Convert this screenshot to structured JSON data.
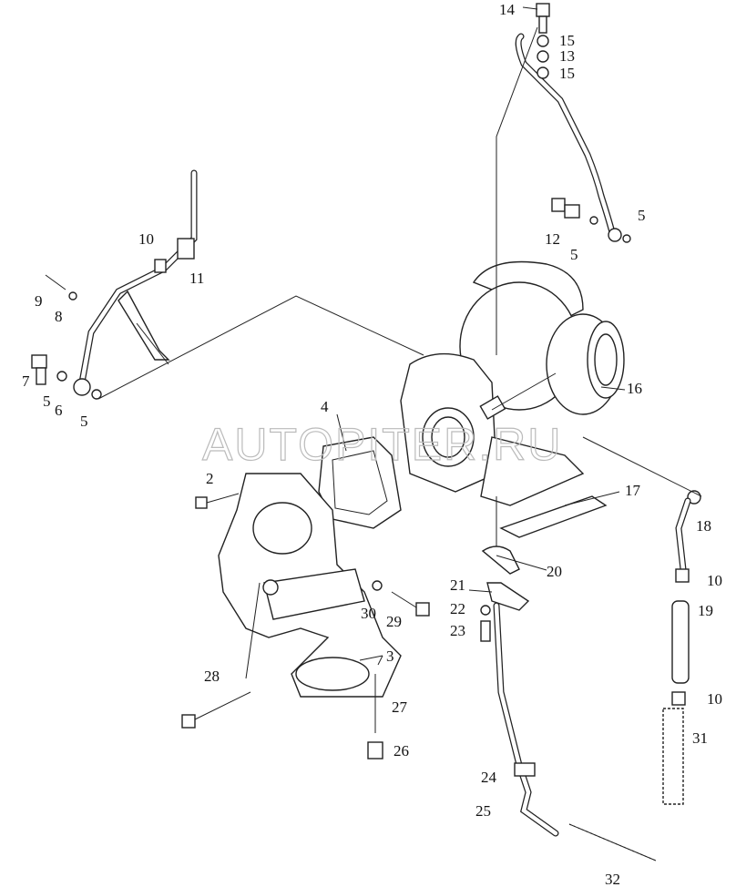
{
  "diagram": {
    "watermark": "AUTOPITER.RU",
    "callouts": [
      {
        "id": "14",
        "text": "14"
      },
      {
        "id": "15a",
        "text": "15"
      },
      {
        "id": "13",
        "text": "13"
      },
      {
        "id": "15b",
        "text": "15"
      },
      {
        "id": "5a",
        "text": "5"
      },
      {
        "id": "12",
        "text": "12"
      },
      {
        "id": "5b",
        "text": "5"
      },
      {
        "id": "10a",
        "text": "10"
      },
      {
        "id": "11",
        "text": "11"
      },
      {
        "id": "9",
        "text": "9"
      },
      {
        "id": "8",
        "text": "8"
      },
      {
        "id": "7",
        "text": "7"
      },
      {
        "id": "5c",
        "text": "5"
      },
      {
        "id": "6",
        "text": "6"
      },
      {
        "id": "5d",
        "text": "5"
      },
      {
        "id": "16",
        "text": "16"
      },
      {
        "id": "4",
        "text": "4"
      },
      {
        "id": "2",
        "text": "2"
      },
      {
        "id": "17",
        "text": "17"
      },
      {
        "id": "18",
        "text": "18"
      },
      {
        "id": "20",
        "text": "20"
      },
      {
        "id": "10b",
        "text": "10"
      },
      {
        "id": "21",
        "text": "21"
      },
      {
        "id": "22",
        "text": "22"
      },
      {
        "id": "19",
        "text": "19"
      },
      {
        "id": "23",
        "text": "23"
      },
      {
        "id": "30",
        "text": "30"
      },
      {
        "id": "29",
        "text": "29"
      },
      {
        "id": "3",
        "text": "3"
      },
      {
        "id": "28",
        "text": "28"
      },
      {
        "id": "27",
        "text": "27"
      },
      {
        "id": "10c",
        "text": "10"
      },
      {
        "id": "26",
        "text": "26"
      },
      {
        "id": "31",
        "text": "31"
      },
      {
        "id": "24",
        "text": "24"
      },
      {
        "id": "25",
        "text": "25"
      },
      {
        "id": "32",
        "text": "32"
      }
    ]
  }
}
